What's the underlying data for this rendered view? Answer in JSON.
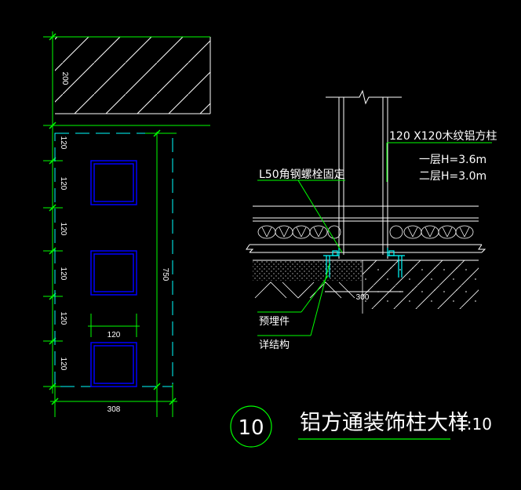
{
  "drawing": {
    "colors": {
      "background": "#000000",
      "dimension": "#00ff00",
      "outline": "#ffffff",
      "dashed": "#00ffff",
      "tube": "#0000ff",
      "annotation": "#00ff00"
    },
    "plan": {
      "top_dim": "200",
      "row_dims": [
        "120",
        "120",
        "120",
        "120",
        "120",
        "120"
      ],
      "tube_width": "120",
      "height_dim": "750",
      "bottom_dim": "308"
    },
    "section": {
      "column_note": "120 X120木纹铝方柱",
      "floor1_note": "一层H=3.6m",
      "floor2_note": "二层H=3.0m",
      "angle_note": "L50角钢螺栓固定",
      "base_dim": "300",
      "embed_note": "预埋件",
      "detail_note": "详结构"
    },
    "title": {
      "number": "10",
      "text": "铝方通装饰柱大样",
      "scale": "1:10"
    }
  }
}
